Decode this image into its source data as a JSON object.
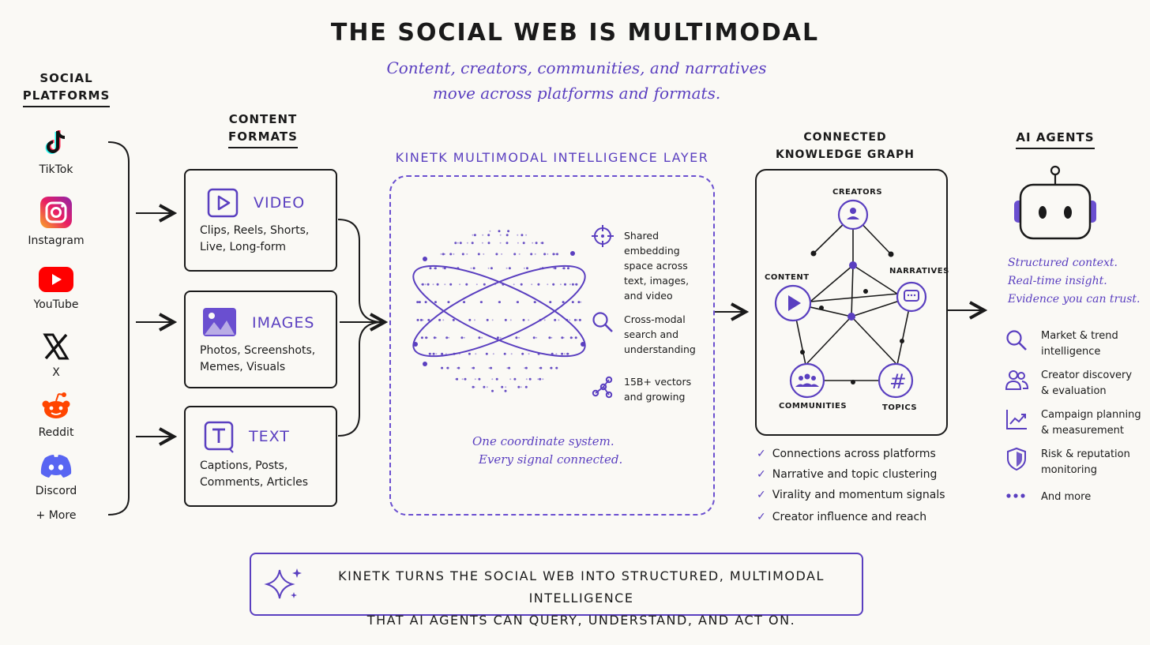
{
  "header": {
    "title": "THE SOCIAL WEB IS MULTIMODAL",
    "subtitle_line1": "Content, creators, communities, and narratives",
    "subtitle_line2": "move across platforms and formats."
  },
  "platforms": {
    "heading_line1": "SOCIAL",
    "heading_line2": "PLATFORMS",
    "items": [
      "TikTok",
      "Instagram",
      "YouTube",
      "X",
      "Reddit",
      "Discord",
      "+ More"
    ]
  },
  "formats": {
    "heading_line1": "CONTENT",
    "heading_line2": "FORMATS",
    "video": {
      "title": "VIDEO",
      "desc1": "Clips, Reels, Shorts,",
      "desc2": "Live, Long-form"
    },
    "images": {
      "title": "IMAGES",
      "desc1": "Photos, Screenshots,",
      "desc2": "Memes, Visuals"
    },
    "text": {
      "title": "TEXT",
      "desc1": "Captions, Posts,",
      "desc2": "Comments, Articles"
    }
  },
  "layer": {
    "title": "KINETK MULTIMODAL INTELLIGENCE LAYER",
    "features": [
      {
        "icon": "crosshair-icon",
        "lines": [
          "Shared embedding",
          "space across",
          "text, images,",
          "and video"
        ]
      },
      {
        "icon": "magnifier-icon",
        "lines": [
          "Cross-modal",
          "search and",
          "understanding"
        ]
      },
      {
        "icon": "network-icon",
        "lines": [
          "15B+ vectors",
          "and growing"
        ]
      }
    ],
    "slogan1": "One coordinate system.",
    "slogan2": "Every signal connected."
  },
  "graph": {
    "heading_line1": "CONNECTED",
    "heading_line2": "KNOWLEDGE GRAPH",
    "nodes": {
      "creators": "CREATORS",
      "content": "CONTENT",
      "narratives": "NARRATIVES",
      "communities": "COMMUNITIES",
      "topics": "TOPICS"
    },
    "checks": [
      "Connections across platforms",
      "Narrative and topic clustering",
      "Virality and momentum signals",
      "Creator influence and reach"
    ]
  },
  "agents": {
    "heading": "AI AGENTS",
    "lines": [
      "Structured context.",
      "Real-time insight.",
      "Evidence you can trust."
    ],
    "uses": [
      {
        "icon": "search-icon",
        "line1": "Market & trend",
        "line2": "intelligence"
      },
      {
        "icon": "people-icon",
        "line1": "Creator discovery",
        "line2": "& evaluation"
      },
      {
        "icon": "chart-icon",
        "line1": "Campaign planning",
        "line2": "& measurement"
      },
      {
        "icon": "shield-icon",
        "line1": "Risk & reputation",
        "line2": "monitoring"
      },
      {
        "icon": "dots-icon",
        "line1": "And more",
        "line2": ""
      }
    ]
  },
  "banner": {
    "line1": "KINETK TURNS THE SOCIAL WEB INTO STRUCTURED, MULTIMODAL INTELLIGENCE",
    "line2": "THAT AI AGENTS CAN QUERY, UNDERSTAND, AND ACT ON."
  },
  "colors": {
    "accent": "#5a3fc0",
    "ink": "#1a1a1a",
    "background": "#faf9f5"
  }
}
